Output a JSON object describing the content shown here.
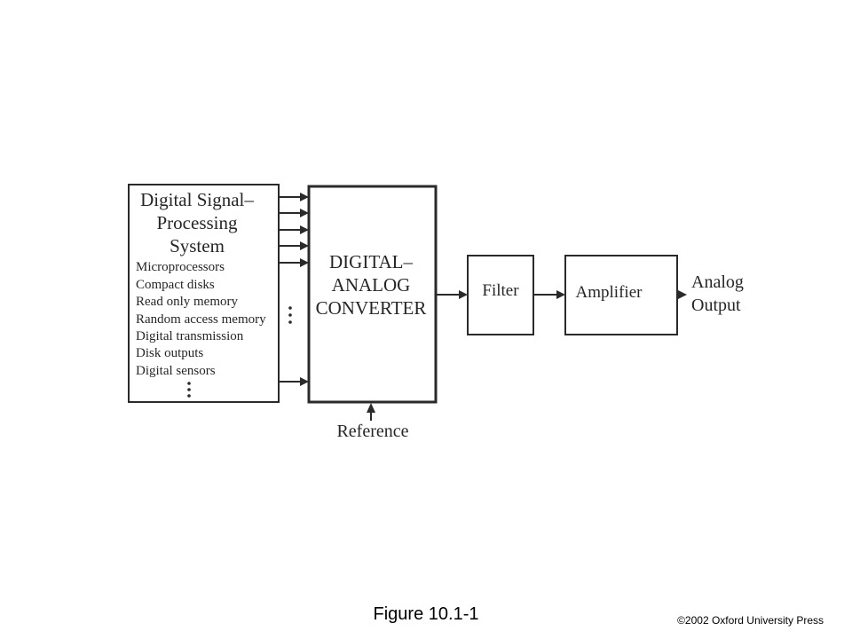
{
  "dsp_system": {
    "title_lines": [
      "Digital Signal–",
      "Processing",
      "System"
    ],
    "items": [
      "Microprocessors",
      "Compact disks",
      "Read only memory",
      "Random access memory",
      "Digital transmission",
      "Disk outputs",
      "Digital sensors"
    ]
  },
  "dac": {
    "label_lines": [
      "DIGITAL–",
      "ANALOG",
      "CONVERTER"
    ]
  },
  "reference": {
    "label": "Reference"
  },
  "filter": {
    "label": "Filter"
  },
  "amplifier": {
    "label": "Amplifier"
  },
  "output": {
    "label_lines": [
      "Analog",
      "Output"
    ]
  },
  "caption": {
    "figure": "Figure 10.1-1",
    "copyright": "©2002 Oxford University Press"
  }
}
